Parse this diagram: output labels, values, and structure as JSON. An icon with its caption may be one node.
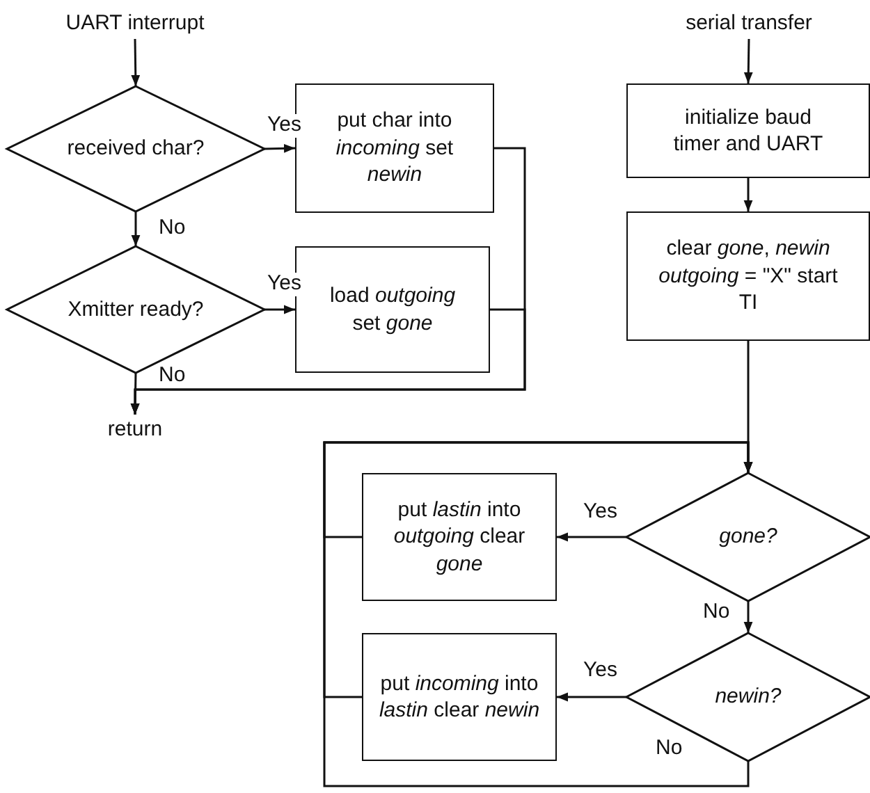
{
  "diagram": {
    "nodes": [
      {
        "text": [
          "UART interrupt"
        ]
      },
      {
        "text": [
          "received char?"
        ]
      },
      {
        "text": [
          "put char into *incoming* set *newin*"
        ]
      },
      {
        "text": [
          "Xmitter ready?"
        ]
      },
      {
        "text": [
          "load *outgoing* set *gone*"
        ]
      },
      {
        "text": [
          "return"
        ]
      },
      {
        "text": [
          "serial transfer"
        ]
      },
      {
        "text": [
          "initialize baud timer and UART"
        ]
      },
      {
        "text": [
          "clear *gone*, *newin* *outgoing* = \"X\" start TI"
        ]
      },
      {
        "text": [
          "put *lastin* into *outgoing* clear *gone*"
        ]
      },
      {
        "text": [
          "*gone?*"
        ]
      },
      {
        "text": [
          "put *incoming* into *lastin* clear *newin*"
        ]
      },
      {
        "text": [
          "*newin?*"
        ]
      }
    ],
    "edges": [
      {
        "from": 0,
        "to": 1,
        "arrow": "to"
      },
      {
        "from": 1,
        "to": 2,
        "arrow": "to",
        "label": "Yes"
      },
      {
        "from": 1,
        "to": 3,
        "arrow": "to",
        "label": "No"
      },
      {
        "from": 3,
        "to": 4,
        "arrow": "to",
        "label": "Yes"
      },
      {
        "from": 2,
        "to": 5,
        "arrow": "to"
      },
      {
        "from": 4,
        "to": 5,
        "arrow": "to"
      },
      {
        "from": 3,
        "to": 5,
        "arrow": "to",
        "label": "No"
      },
      {
        "from": 6,
        "to": 7,
        "arrow": "to"
      },
      {
        "from": 7,
        "to": 8,
        "arrow": "to"
      },
      {
        "from": 8,
        "to": 10,
        "arrow": "to"
      },
      {
        "from": 10,
        "to": 9,
        "arrow": "to",
        "label": "Yes"
      },
      {
        "from": 10,
        "to": 12,
        "arrow": "to",
        "label": "No"
      },
      {
        "from": 12,
        "to": 11,
        "arrow": "to",
        "label": "Yes"
      },
      {
        "from": 9,
        "to": 10,
        "arrow": "to"
      },
      {
        "from": 11,
        "to": 10,
        "arrow": "to"
      },
      {
        "from": 12,
        "to": 10,
        "arrow": "to",
        "label": "No"
      }
    ]
  }
}
